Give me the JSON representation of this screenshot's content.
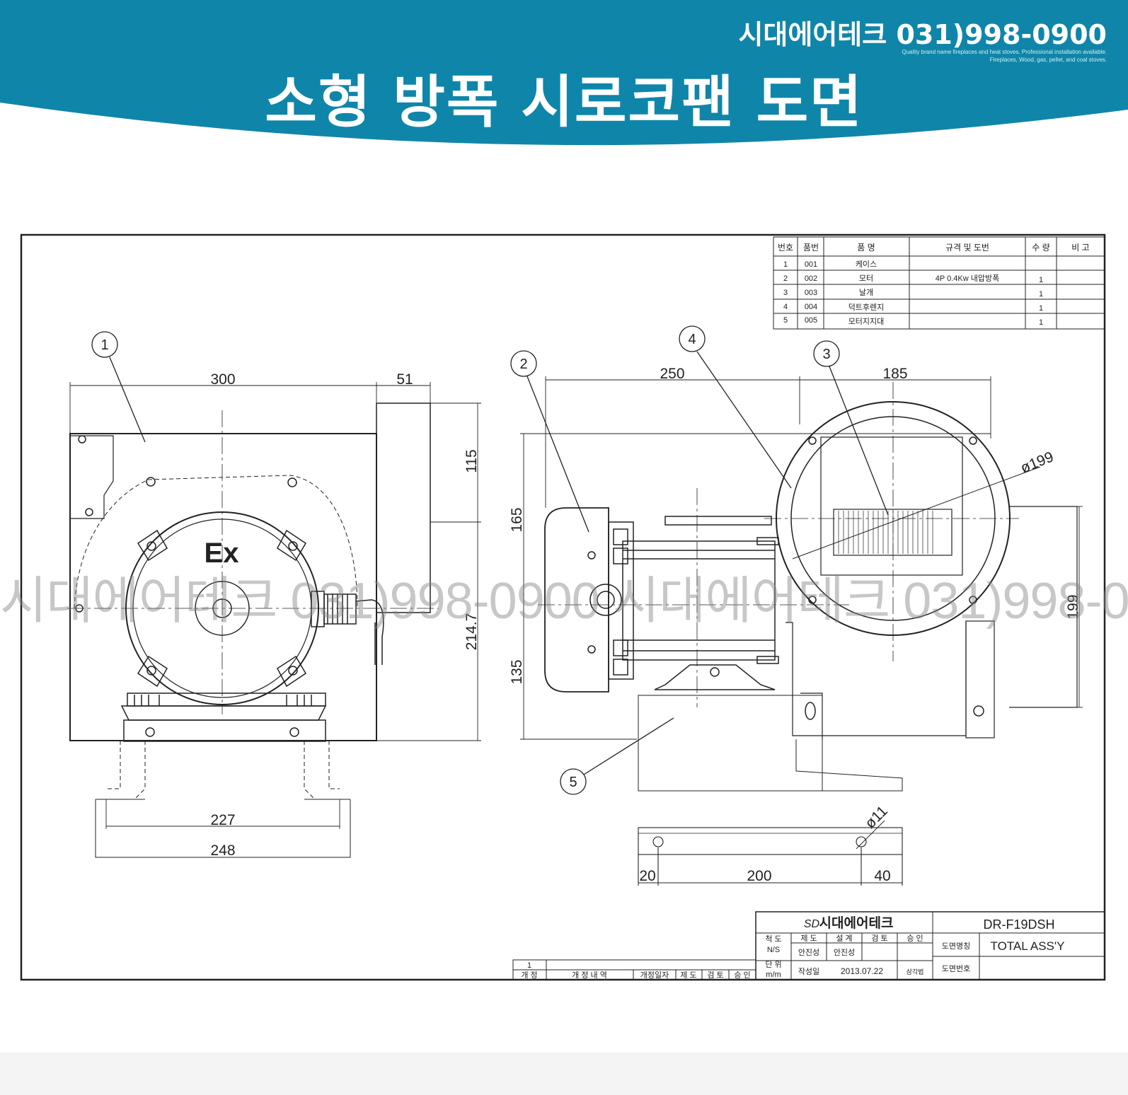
{
  "header": {
    "company": "시대에어테크 031)998-0900",
    "tagline_1": "Quality brand name fireplaces and heat stoves. Professional installation available.",
    "tagline_2": "Fireplaces, Wood, gas, pellet, and coal stoves.",
    "title": "소형 방폭 시로코팬 도면",
    "brand_color": "#0f86a9"
  },
  "watermark": "시대에어테크 031)998-0900 시대에어테크 031)998-0900",
  "parts_table": {
    "headers": [
      "번호",
      "품번",
      "품 명",
      "규격 및 도번",
      "수 량",
      "비 고"
    ],
    "rows": [
      [
        "1",
        "001",
        "케이스",
        "",
        "",
        ""
      ],
      [
        "2",
        "002",
        "모터",
        "4P 0.4Kw 내압방폭",
        "1",
        ""
      ],
      [
        "3",
        "003",
        "날개",
        "",
        "1",
        ""
      ],
      [
        "4",
        "004",
        "덕트후렌지",
        "",
        "1",
        ""
      ],
      [
        "5",
        "005",
        "모터지지대",
        "",
        "1",
        ""
      ]
    ]
  },
  "front_view": {
    "dims": {
      "width": "300",
      "flange": "51",
      "upper": "115",
      "height": "214.7",
      "inner_base": "227",
      "outer_base": "248"
    },
    "balloon": "1",
    "ex_mark": "Ex"
  },
  "side_view": {
    "dims": {
      "motor_len": "250",
      "housing": "185",
      "upper": "165",
      "lower": "135",
      "outlet": "199",
      "diameter": "ø199"
    },
    "balloons": [
      "2",
      "3",
      "4",
      "5"
    ]
  },
  "bracket": {
    "dims": {
      "left": "20",
      "middle": "200",
      "right": "40",
      "hole": "ø11"
    }
  },
  "title_block": {
    "company": "시대에어테크",
    "logo": "SD",
    "model": "DR-F19DSH",
    "drawing_name_label": "도면명칭",
    "drawing_name": "TOTAL ASS'Y",
    "drawing_no_label": "도면번호",
    "scale_label": "척 도",
    "scale": "N/S",
    "unit_label": "단 위",
    "unit": "m/m",
    "sign_headers": [
      "제 도",
      "설 계",
      "검 토",
      "승 인"
    ],
    "drafter": "안진성",
    "designer": "안진성",
    "date_label": "작성일",
    "date": "2013.07.22",
    "method_label": "삼각법"
  },
  "revision_block": {
    "rev": "1",
    "headers": [
      "개 정",
      "개 정 내 역",
      "개정일자",
      "제 도",
      "검 토",
      "승 인"
    ]
  }
}
